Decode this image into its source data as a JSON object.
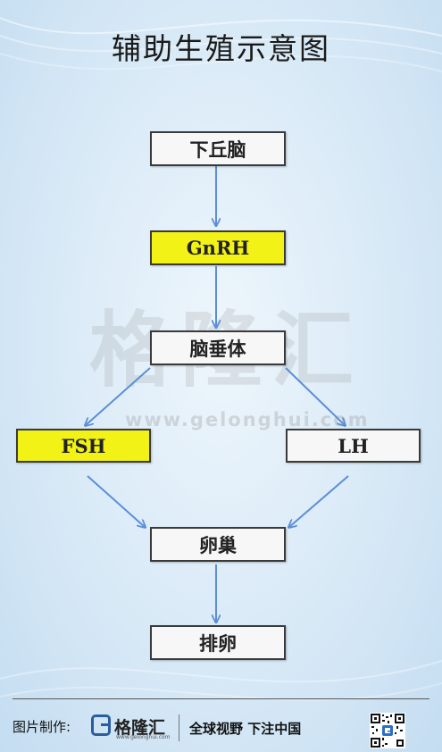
{
  "title": "辅助生殖示意图",
  "diagram": {
    "nodes": {
      "hypothalamus": "下丘脑",
      "gnrh": "GnRH",
      "pituitary": "脑垂体",
      "fsh": "FSH",
      "lh": "LH",
      "ovary": "卵巢",
      "ovulation": "排卵"
    },
    "highlight_color": "#f2f217",
    "arrow_color": "#5b8ed6"
  },
  "watermark": {
    "text": "格隆汇",
    "url": "www.gelonghui.com"
  },
  "footer": {
    "credit_label": "图片制作:",
    "logo_text": "格隆汇",
    "logo_url": "www.gelonghui.com",
    "slogan": "全球视野 下注中国"
  }
}
